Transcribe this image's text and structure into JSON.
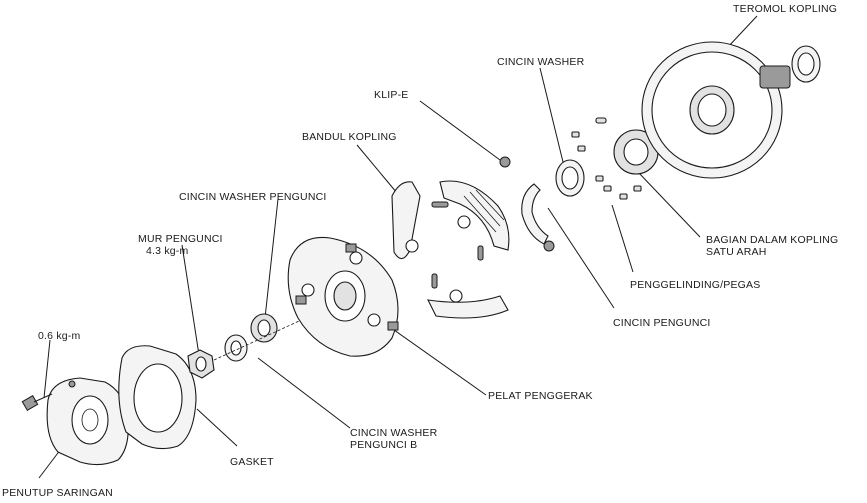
{
  "labels": {
    "teromol_kopling": "TEROMOL KOPLING",
    "cincin_washer": "CINCIN WASHER",
    "klip_e": "KLIP-E",
    "bandul_kopling": "BANDUL KOPLING",
    "cincin_washer_pengunci": "CINCIN WASHER PENGUNCI",
    "mur_pengunci_1": "MUR PENGUNCI",
    "mur_pengunci_2": "4.3 kg-m",
    "torque_bolt": "0.6 kg-m",
    "bagian_dalam_1": "BAGIAN DALAM KOPLING",
    "bagian_dalam_2": "SATU ARAH",
    "penggelinding": "PENGGELINDING/PEGAS",
    "cincin_pengunci": "CINCIN PENGUNCI",
    "pelat_penggerak": "PELAT PENGGERAK",
    "cincin_washer_b_1": "CINCIN WASHER",
    "cincin_washer_b_2": "PENGUNCI B",
    "gasket": "GASKET",
    "penutup_saringan": "PENUTUP SARINGAN"
  }
}
